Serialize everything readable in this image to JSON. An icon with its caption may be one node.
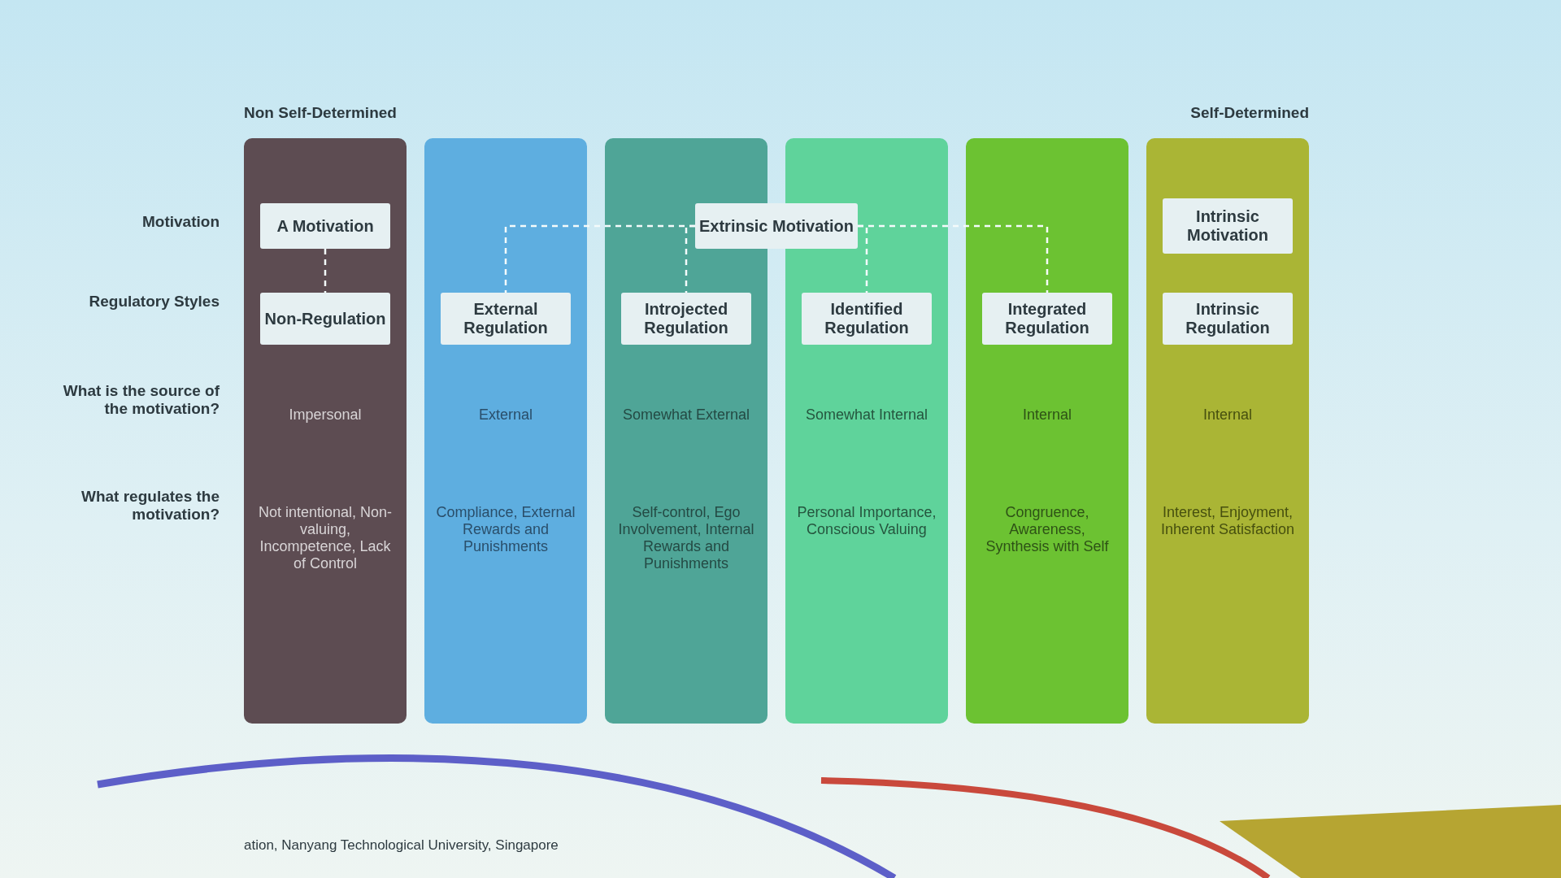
{
  "diagram": {
    "nodes": [
      {
        "text": [
          "Impersonal",
          "Not intentional, Non-valuing, Incompetence, Lack of Control"
        ]
      },
      {
        "text": [
          "A Motivation"
        ],
        "in": 0
      },
      {
        "text": [
          "Non-Regulation"
        ],
        "in": 0
      },
      {
        "text": [
          "External",
          "Compliance, External Rewards and Punishments"
        ]
      },
      {
        "text": [
          "External Regulation"
        ],
        "in": 3
      },
      {
        "text": [
          "Somewhat External",
          "Self-control, Ego Involvement, Internal Rewards and Punishments"
        ]
      },
      {
        "text": [
          "Introjected Regulation"
        ],
        "in": 5
      },
      {
        "text": [
          "Extrinsic Motivation"
        ]
      },
      {
        "text": [
          "Somewhat Internal",
          "Personal Importance, Conscious Valuing"
        ]
      },
      {
        "text": [
          "Identified Regulation"
        ],
        "in": 8
      },
      {
        "text": [
          "Internal",
          "Congruence, Awareness, Synthesis with Self"
        ]
      },
      {
        "text": [
          "Integrated Regulation"
        ],
        "in": 10
      },
      {
        "text": [
          "Internal",
          "Interest, Enjoyment, Inherent Satisfaction"
        ]
      },
      {
        "text": [
          "Intrinsic Motivation"
        ],
        "in": 12
      },
      {
        "text": [
          "Intrinsic Regulation"
        ],
        "in": 12
      }
    ],
    "edges": [
      {
        "from": 1,
        "to": 2,
        "arrow": "none",
        "style": "dashed"
      },
      {
        "from": 7,
        "to": 4,
        "arrow": "none",
        "style": "dashed"
      },
      {
        "from": 7,
        "to": 6,
        "arrow": "none",
        "style": "dashed"
      },
      {
        "from": 7,
        "to": 9,
        "arrow": "none",
        "style": "dashed"
      },
      {
        "from": 7,
        "to": 11,
        "arrow": "none",
        "style": "dashed"
      }
    ],
    "labels": [
      "Non Self-Determined",
      "Self-Determined",
      "Motivation",
      "Regulatory Styles",
      "What is the source of the motivation?",
      "What regulates the motivation?",
      "ation, Nanyang Technological University, Singapore"
    ]
  }
}
